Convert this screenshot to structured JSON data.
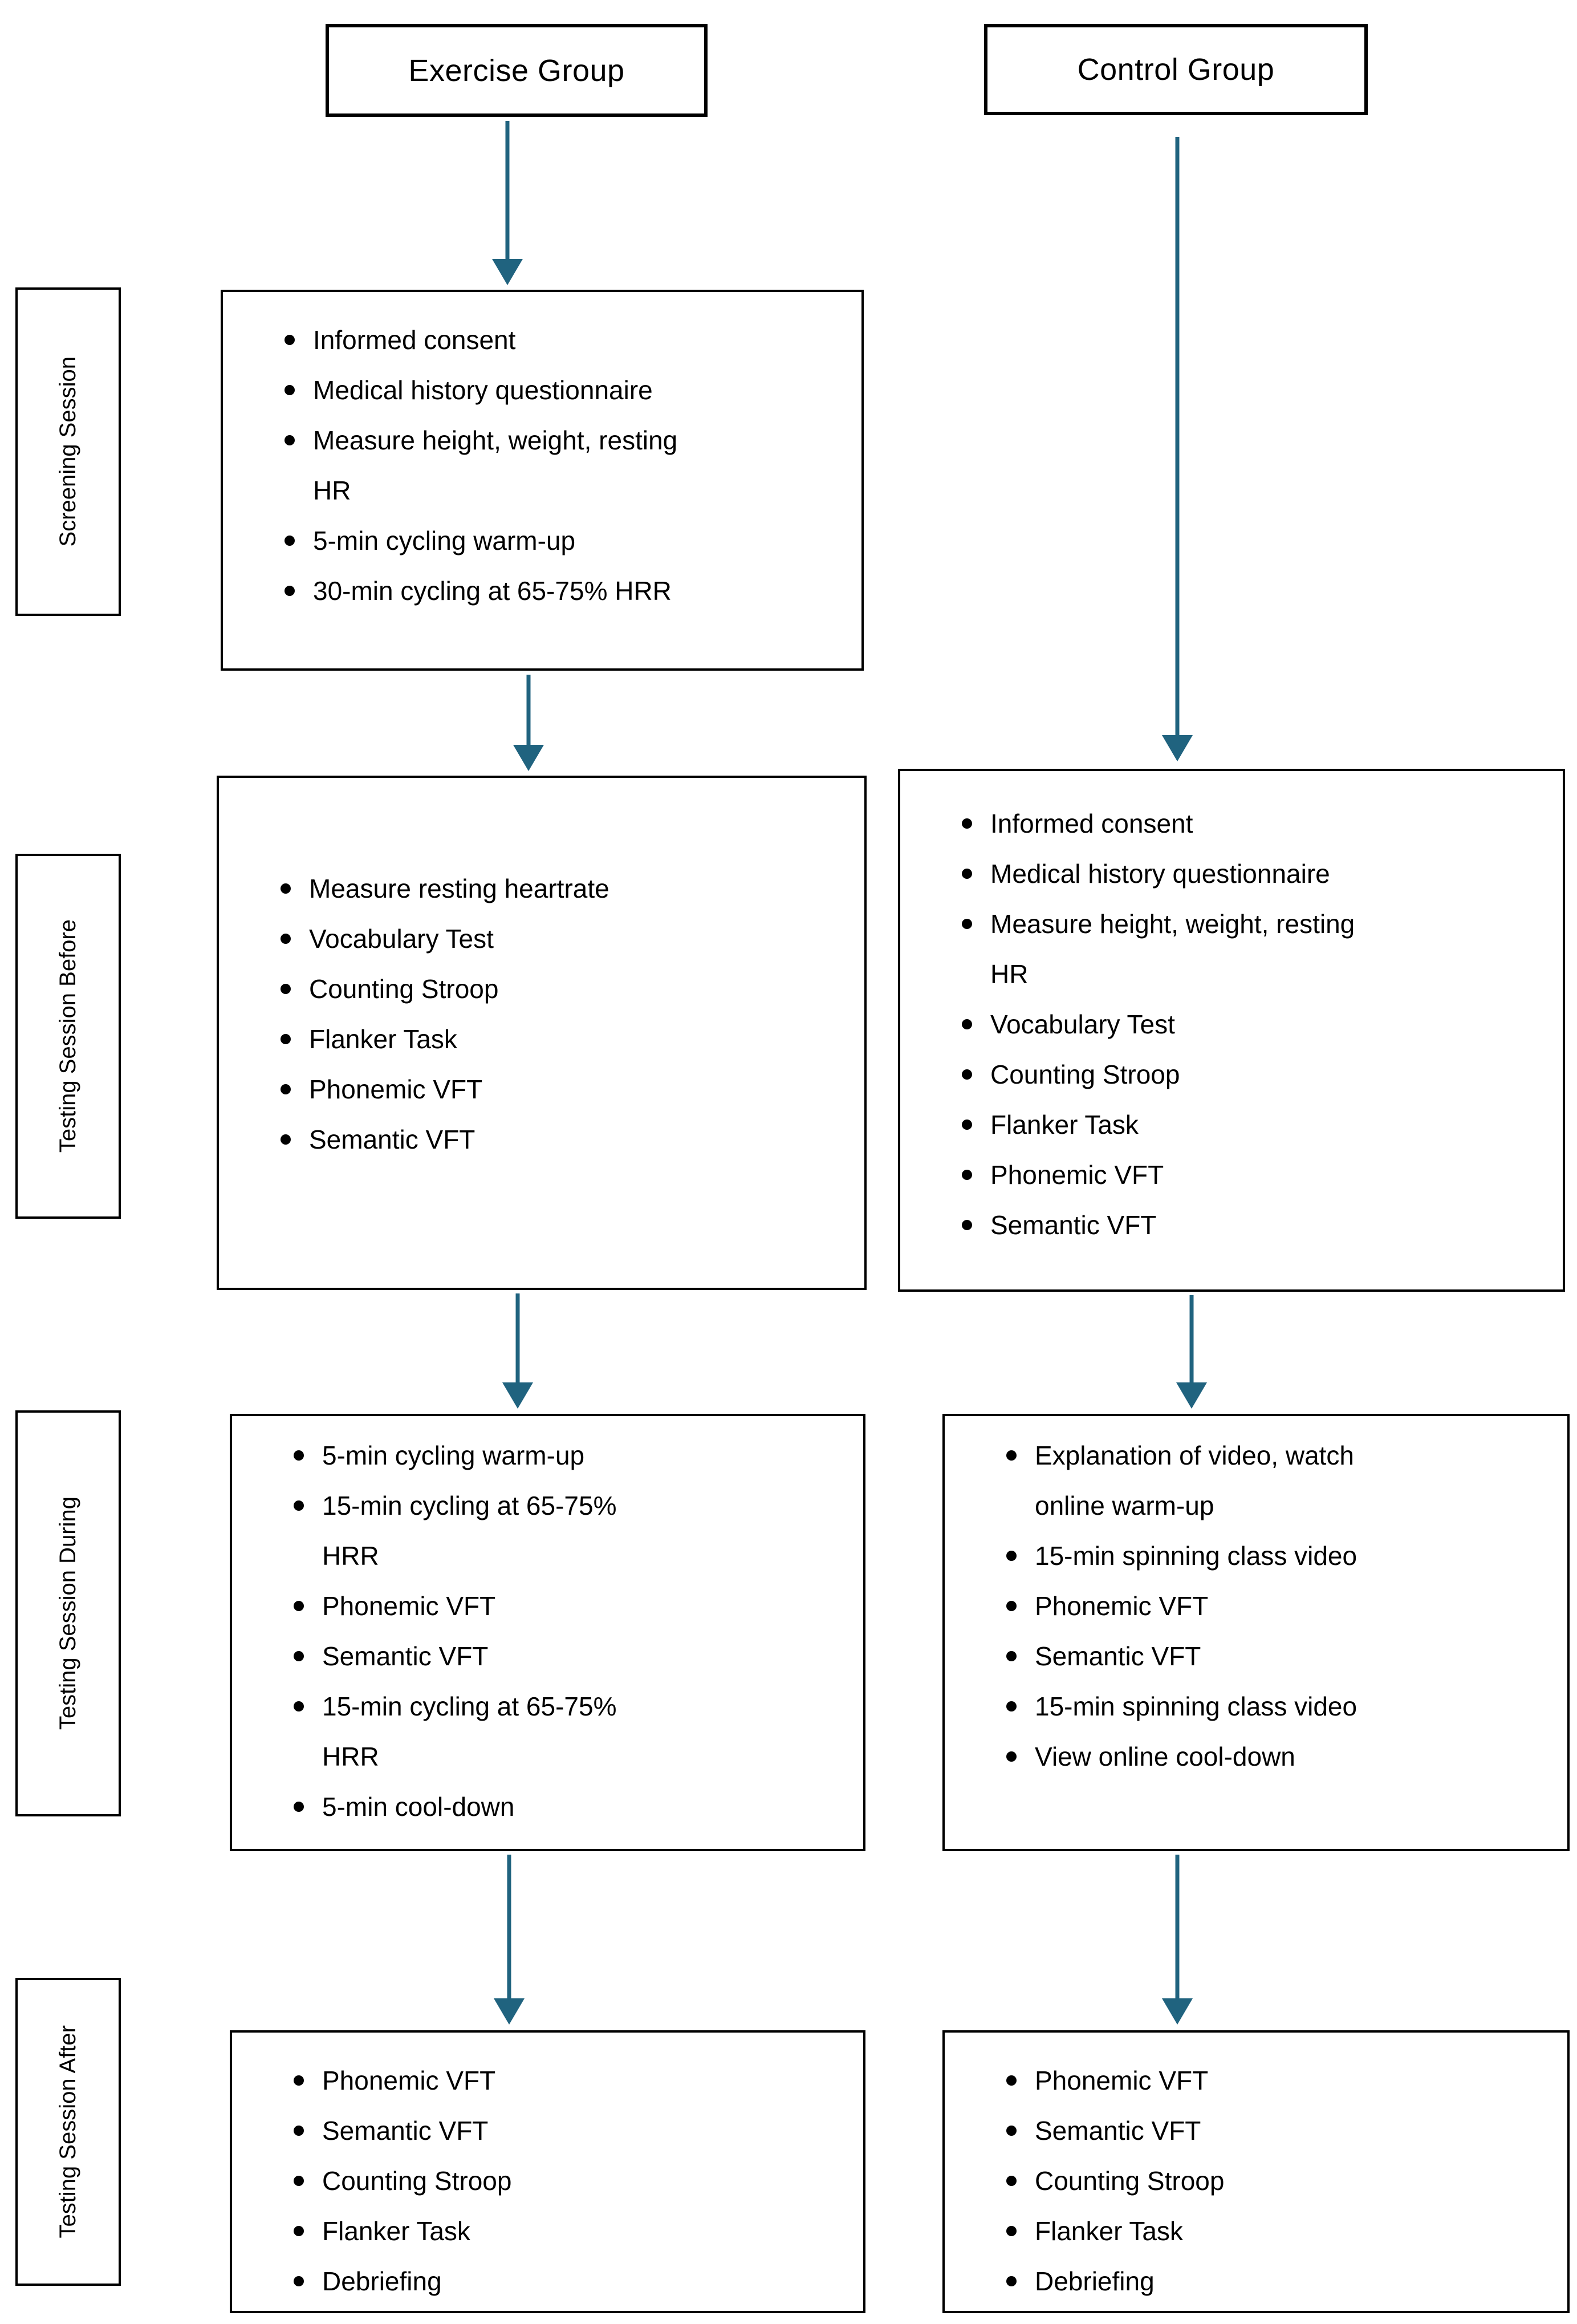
{
  "colors": {
    "arrow": "#20637F",
    "box_border": "#000000",
    "text": "#000000",
    "page_background": "#FFFFFF"
  },
  "columns": {
    "exercise": {
      "label": "Exercise Group"
    },
    "control": {
      "label": "Control Group"
    }
  },
  "row_labels": [
    "Screening Session",
    "Testing Session Before",
    "Testing Session During",
    "Testing Session After"
  ],
  "boxes": {
    "exercise_screening": {
      "items": [
        "Informed consent",
        "Medical history questionnaire",
        "Measure height, weight, resting\nHR",
        "5-min cycling warm-up",
        "30-min cycling at 65-75% HRR"
      ]
    },
    "exercise_before": {
      "items": [
        "Measure resting heartrate",
        "Vocabulary Test",
        "Counting Stroop",
        "Flanker Task",
        "Phonemic VFT",
        "Semantic VFT"
      ]
    },
    "control_before": {
      "items": [
        "Informed consent",
        "Medical history questionnaire",
        "Measure height, weight, resting\nHR",
        "Vocabulary Test",
        "Counting Stroop",
        "Flanker Task",
        "Phonemic VFT",
        "Semantic VFT"
      ]
    },
    "exercise_during": {
      "items": [
        "5-min cycling warm-up",
        "15-min cycling at 65-75%\nHRR",
        "Phonemic VFT",
        "Semantic VFT",
        "15-min cycling at 65-75%\nHRR",
        "5-min cool-down"
      ]
    },
    "control_during": {
      "items": [
        "Explanation of video, watch\nonline warm-up",
        "15-min spinning class video",
        "Phonemic VFT",
        "Semantic VFT",
        "15-min spinning class video",
        "View online cool-down"
      ]
    },
    "exercise_after": {
      "items": [
        "Phonemic VFT",
        "Semantic VFT",
        "Counting Stroop",
        "Flanker Task",
        "Debriefing"
      ]
    },
    "control_after": {
      "items": [
        "Phonemic VFT",
        "Semantic VFT",
        "Counting Stroop",
        "Flanker Task",
        "Debriefing"
      ]
    }
  }
}
